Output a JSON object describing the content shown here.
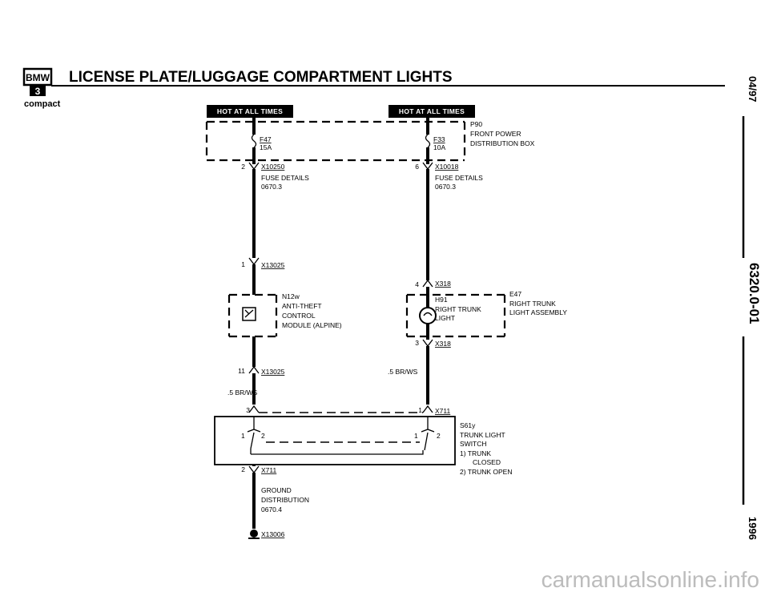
{
  "header": {
    "logo_top": "BMW",
    "logo_bottom": "3",
    "logo_sub": "compact",
    "title": "LICENSE PLATE/LUGGAGE COMPARTMENT LIGHTS"
  },
  "side": {
    "date": "04/97",
    "code": "6320.0-01",
    "year": "1996"
  },
  "hot_labels": [
    "HOT AT ALL TIMES",
    "HOT AT ALL TIMES"
  ],
  "p90": {
    "id": "P90",
    "line1": "FRONT POWER",
    "line2": "DISTRIBUTION BOX"
  },
  "fuses": [
    {
      "id": "F47",
      "rating": "15A"
    },
    {
      "id": "F33",
      "rating": "10A"
    }
  ],
  "connectors": {
    "left_top": {
      "pin": "2",
      "id": "X10250"
    },
    "right_top": {
      "pin": "6",
      "id": "X10018"
    },
    "left_mid": {
      "pin": "1",
      "id": "X13025"
    },
    "right_mid_top": {
      "pin": "4",
      "id": "X318"
    },
    "right_mid_bottom": {
      "pin": "3",
      "id": "X318"
    },
    "left_low": {
      "pin": "11",
      "id": "X13025"
    },
    "switch_left_pin": "3",
    "switch_right_pin": "1",
    "switch_conn_id": "X711",
    "switch_bottom": {
      "pin": "2",
      "id": "X711"
    },
    "ground": {
      "id": "X13006"
    }
  },
  "fuse_details": [
    {
      "line1": "FUSE DETAILS",
      "line2": "0670.3"
    },
    {
      "line1": "FUSE DETAILS",
      "line2": "0670.3"
    }
  ],
  "n12w": {
    "id": "N12w",
    "line1": "ANTI-THEFT",
    "line2": "CONTROL",
    "line3": "MODULE (ALPINE)"
  },
  "e47": {
    "id": "E47",
    "line1": "RIGHT TRUNK",
    "line2": "LIGHT ASSEMBLY",
    "inner_id": "H91",
    "inner_line1": "RIGHT TRUNK",
    "inner_line2": "LIGHT"
  },
  "wires": {
    "left": ".5 BR/WS",
    "right": ".5 BR/WS"
  },
  "switch": {
    "id": "S61y",
    "line1": "TRUNK LIGHT",
    "line2": "SWITCH",
    "note1": "1)  TRUNK",
    "note1b": "CLOSED",
    "note2": "2)  TRUNK OPEN",
    "left_pos1": "1",
    "left_pos2": "2",
    "right_pos1": "1",
    "right_pos2": "2"
  },
  "ground_dist": {
    "line1": "GROUND",
    "line2": "DISTRIBUTION",
    "line3": "0670.4"
  },
  "footer": {
    "watermark": "carmanualsonline.info"
  }
}
